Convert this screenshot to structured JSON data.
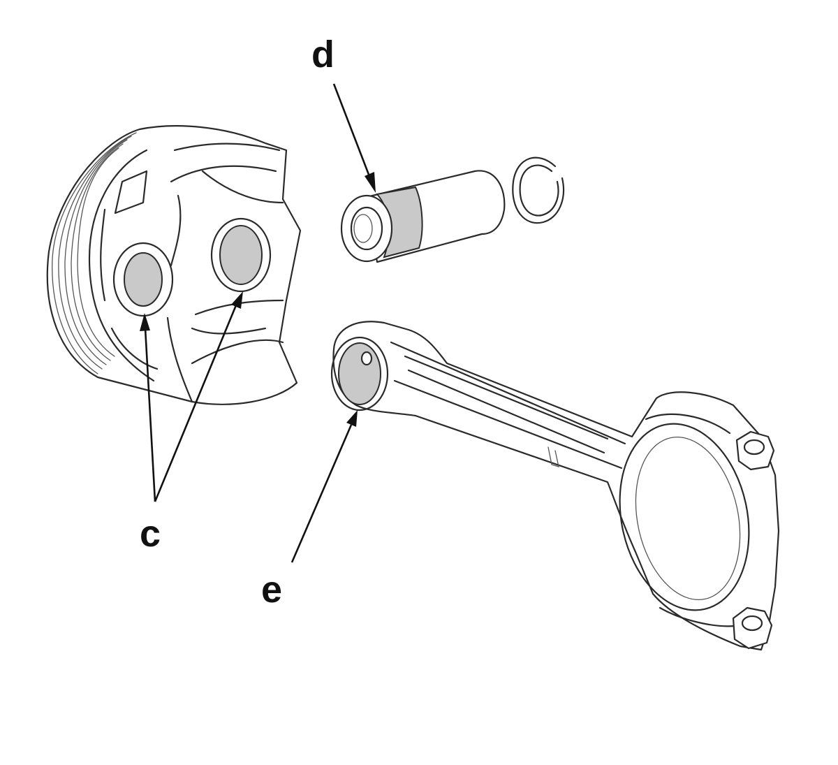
{
  "labels": {
    "c": "c",
    "d": "d",
    "e": "e"
  },
  "colors": {
    "line": "#2a2a2a",
    "highlight_fill": "#c9c9c9",
    "background": "#ffffff"
  }
}
